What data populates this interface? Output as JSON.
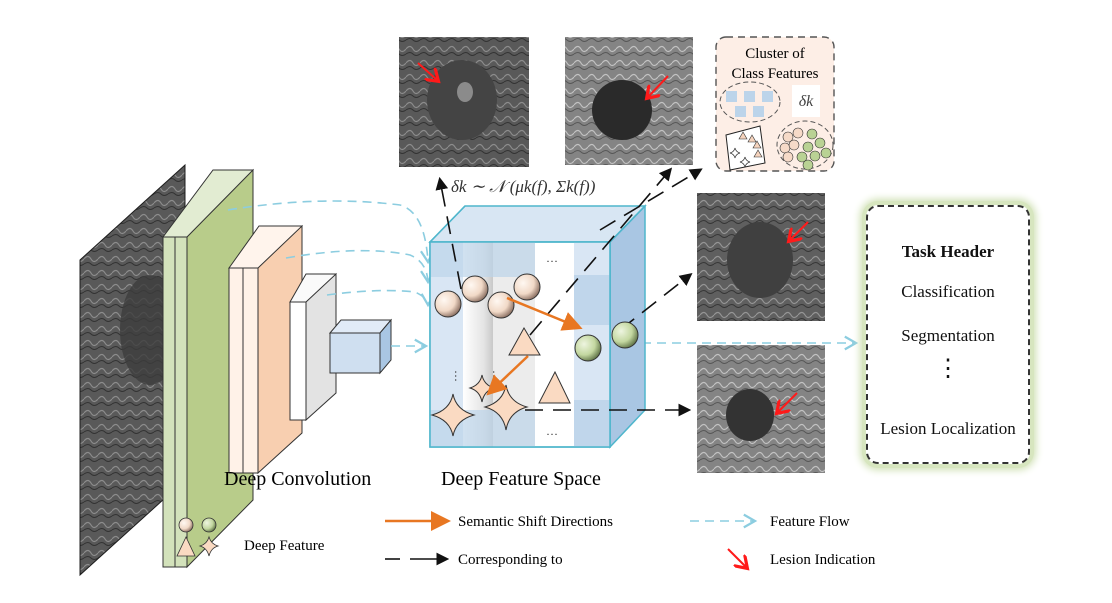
{
  "diagram": {
    "labels": {
      "deep_convolution": "Deep Convolution",
      "deep_feature_space": "Deep Feature Space",
      "formula": "δk ∼ 𝒩 (μk(f), Σk(f))"
    },
    "cluster_box": {
      "title_line1": "Cluster of",
      "title_line2": "Class Features",
      "delta_symbol": "δk"
    },
    "task_header": {
      "title": "Task Header",
      "items": [
        "Classification",
        "Segmentation",
        "⋮",
        "Lesion Localization"
      ]
    },
    "legend": {
      "deep_feature": "Deep Feature",
      "semantic_shift": "Semantic Shift Directions",
      "corresponding": "Corresponding to",
      "feature_flow": "Feature Flow",
      "lesion_indication": "Lesion Indication"
    },
    "colors": {
      "semantic_shift": "#e87722",
      "feature_flow": "#8ccde0",
      "lesion": "#ff1a1a",
      "green_layer": "#b8cc8a",
      "orange_layer": "#f8cfb0",
      "cube_blue": "#bcd4ea",
      "cube_edge": "#4fb6cc",
      "sphere_beige": "#f3dccb",
      "sphere_green": "#c4d8a4",
      "task_glow": "#d7e6bf"
    },
    "icons": [
      "sphere-beige-icon",
      "sphere-green-icon",
      "triangle-icon",
      "star-icon",
      "mri-slice-icon"
    ]
  }
}
